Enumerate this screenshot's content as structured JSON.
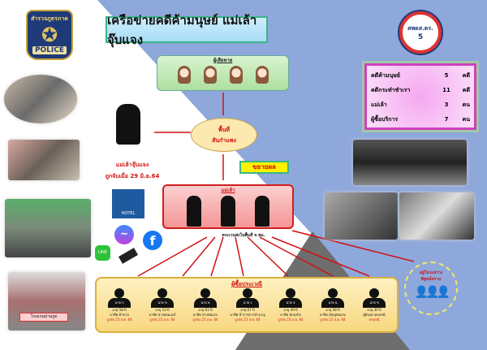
{
  "title": "เครือข่ายคดีค้ามนุษย์ แม่เล้าจุ๊บแจง",
  "logo": {
    "text": "สำรวจภูธรภาค",
    "police": "POLICE"
  },
  "seal": {
    "text": "ศพดส.ตร.",
    "number": "5"
  },
  "victims": {
    "label": "ผู้เสียหาย",
    "count": 4
  },
  "stats": [
    {
      "label": "คดีค้ามนุษย์",
      "value": "5",
      "unit": "คดี"
    },
    {
      "label": "คดีกระทำชำเรา",
      "value": "11",
      "unit": "คดี"
    },
    {
      "label": "แม่เล้า",
      "value": "3",
      "unit": "คน"
    },
    {
      "label": "ผู้ซื้อบริการ",
      "value": "7",
      "unit": "คน"
    }
  ],
  "area": {
    "line1": "พื้นที่",
    "line2": "สันกำแพง"
  },
  "boss": {
    "name": "แม่เล้าจุ๊บแจง",
    "arrest": "ถูกจับเมื่อ 29 มิ.ย.64"
  },
  "expand": "ขยายผล",
  "madams": {
    "label": "แม่เล้า",
    "note": "ตระเวนส่งในพื้นที่ จ.ชม."
  },
  "hotel": "HOTEL",
  "apps": {
    "line": "LINE",
    "facebook": "f",
    "messenger": "~"
  },
  "buyers": {
    "label": "ผู้ซื้อประเวณี",
    "items": [
      {
        "name": "นาย ก",
        "age": "อายุ 58 ปี",
        "job": "อาชีพ ค้าขาย",
        "date": "ถูกจับ 23 ส.ค. 64"
      },
      {
        "name": "นาย ข",
        "age": "อายุ 53 ปี",
        "job": "อาชีพ ช่างซ่อมแอร์",
        "date": "ถูกจับ 23 ส.ค. 64"
      },
      {
        "name": "นาย ค",
        "age": "อายุ 61 ปี",
        "job": "อาชีพ ช่างซ่อมรถ",
        "date": "ถูกจับ 23 ส.ค. 64"
      },
      {
        "name": "นาย ง",
        "age": "อายุ 67 ปี",
        "job": "อาชีพ ข้าราชการบำนาญ",
        "date": "ถูกจับ 23 ส.ค. 64"
      },
      {
        "name": "นาย จ",
        "age": "อายุ 49 ปี",
        "job": "อาชีพ นักธุรกิจ",
        "date": "ถูกจับ 23 ส.ค. 64"
      },
      {
        "name": "นาย ฉ",
        "age": "อายุ 58 ปี",
        "job": "อาชีพ เปิดอู่ซ่อมรถ",
        "date": "ถูกจับ 23 ส.ค. 64"
      },
      {
        "name": "นาย ช",
        "age": "อายุ 30 ปี",
        "job": "ผู้ต้องหาหลบหนี",
        "date": "หลบหนี"
      }
    ]
  },
  "pending": "อยู่ในระหว่างพิสูจน์ทราบ",
  "photo_caption": "โรงแรมม่านรูด"
}
